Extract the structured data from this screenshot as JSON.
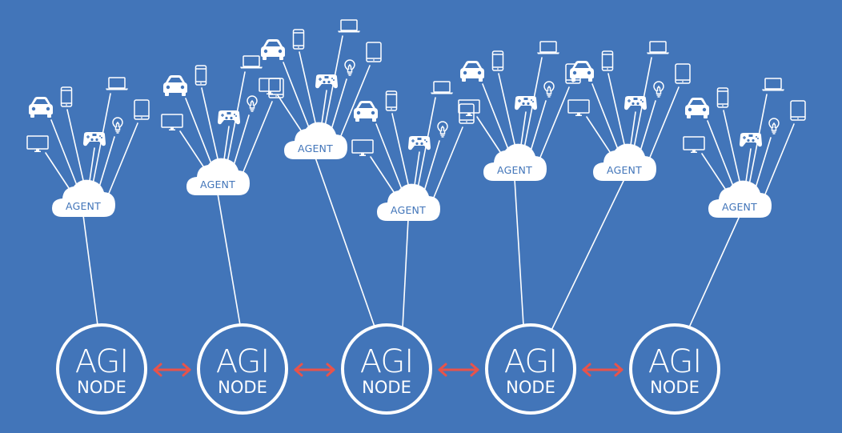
{
  "diagram": {
    "title": "AGI node network",
    "colors": {
      "background": "#4275b9",
      "foreground": "#ffffff",
      "arrow": "#e8534a",
      "cloud_text": "#4275b9"
    },
    "nodes": [
      {
        "id": "node-1",
        "title": "AGI",
        "subtitle": "NODE"
      },
      {
        "id": "node-2",
        "title": "AGI",
        "subtitle": "NODE"
      },
      {
        "id": "node-3",
        "title": "AGI",
        "subtitle": "NODE"
      },
      {
        "id": "node-4",
        "title": "AGI",
        "subtitle": "NODE"
      },
      {
        "id": "node-5",
        "title": "AGI",
        "subtitle": "NODE"
      }
    ],
    "node_links": [
      {
        "from": "node-1",
        "to": "node-2",
        "type": "bidirectional-arrow"
      },
      {
        "from": "node-2",
        "to": "node-3",
        "type": "bidirectional-arrow"
      },
      {
        "from": "node-3",
        "to": "node-4",
        "type": "bidirectional-arrow"
      },
      {
        "from": "node-4",
        "to": "node-5",
        "type": "bidirectional-arrow"
      }
    ],
    "agents": [
      {
        "id": "agent-1",
        "label": "AGENT",
        "connects_to": "node-1"
      },
      {
        "id": "agent-2",
        "label": "AGENT",
        "connects_to": "node-2"
      },
      {
        "id": "agent-3",
        "label": "AGENT",
        "connects_to": "node-3"
      },
      {
        "id": "agent-4",
        "label": "AGENT",
        "connects_to": "node-3"
      },
      {
        "id": "agent-5",
        "label": "AGENT",
        "connects_to": "node-4"
      },
      {
        "id": "agent-6",
        "label": "AGENT",
        "connects_to": "node-4"
      },
      {
        "id": "agent-7",
        "label": "AGENT",
        "connects_to": "node-5"
      }
    ],
    "devices_per_agent": [
      "car-icon",
      "phone-icon",
      "laptop-icon",
      "tablet-icon",
      "monitor-icon",
      "gamepad-icon",
      "lightbulb-icon"
    ]
  }
}
